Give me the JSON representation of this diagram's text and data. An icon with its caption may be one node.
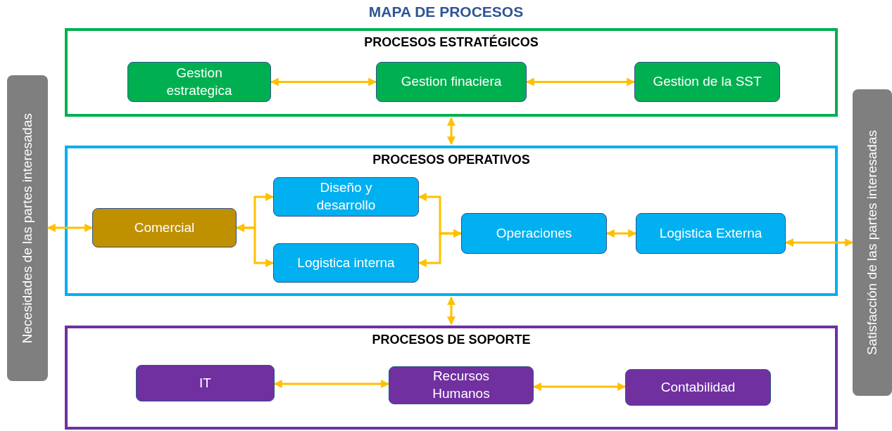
{
  "diagram": {
    "title": "MAPA DE PROCESOS",
    "nodes": [
      {
        "text": [
          "PROCESOS ESTRATÉGICOS"
        ]
      },
      {
        "text": [
          "Gestion estrategica"
        ],
        "in": 0
      },
      {
        "text": [
          "Gestion finaciera"
        ],
        "in": 0
      },
      {
        "text": [
          "Gestion de la SST"
        ],
        "in": 0
      },
      {
        "text": [
          "PROCESOS OPERATIVOS"
        ]
      },
      {
        "text": [
          "Comercial"
        ],
        "in": 4
      },
      {
        "text": [
          "Diseño y desarrollo"
        ],
        "in": 4
      },
      {
        "text": [
          "Logistica interna"
        ],
        "in": 4
      },
      {
        "text": [
          "Operaciones"
        ],
        "in": 4
      },
      {
        "text": [
          "Logistica Externa"
        ],
        "in": 4
      },
      {
        "text": [
          "PROCESOS DE SOPORTE"
        ]
      },
      {
        "text": [
          "IT"
        ],
        "in": 10
      },
      {
        "text": [
          "Recursos Humanos"
        ],
        "in": 10
      },
      {
        "text": [
          "Contabilidad"
        ],
        "in": 10
      },
      {
        "text": [
          "Necesidades de las partes interesadas"
        ]
      },
      {
        "text": [
          "Satisfacción de las partes interesadas"
        ]
      }
    ],
    "edges": [
      {
        "from": 1,
        "to": 2,
        "arrow": "both"
      },
      {
        "from": 2,
        "to": 3,
        "arrow": "both"
      },
      {
        "from": 0,
        "to": 4,
        "arrow": "both"
      },
      {
        "from": 4,
        "to": 10,
        "arrow": "both"
      },
      {
        "from": 14,
        "to": 5,
        "arrow": "both"
      },
      {
        "from": 5,
        "to": 6,
        "arrow": "both"
      },
      {
        "from": 5,
        "to": 7,
        "arrow": "both"
      },
      {
        "from": 6,
        "to": 8,
        "arrow": "both"
      },
      {
        "from": 7,
        "to": 8,
        "arrow": "both"
      },
      {
        "from": 8,
        "to": 9,
        "arrow": "both"
      },
      {
        "from": 9,
        "to": 15,
        "arrow": "both"
      },
      {
        "from": 11,
        "to": 12,
        "arrow": "both"
      },
      {
        "from": 12,
        "to": 13,
        "arrow": "both"
      }
    ]
  }
}
